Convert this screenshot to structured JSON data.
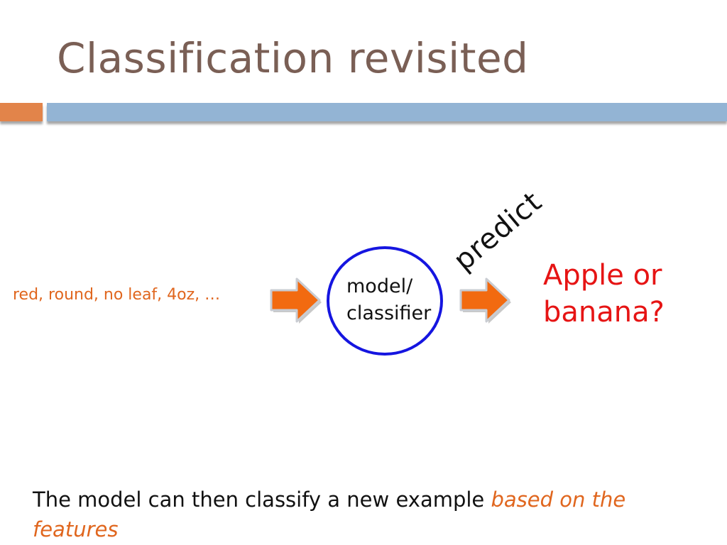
{
  "slide": {
    "title": "Classification revisited"
  },
  "diagram": {
    "input_features": "red, round, no leaf, 4oz, …",
    "classifier": {
      "line1": "model/",
      "line2": "classifier"
    },
    "edge_label": "predict",
    "output": {
      "line1": "Apple or",
      "line2": "banana?"
    }
  },
  "caption": {
    "text": "The model can then classify a new example ",
    "emphasis": "based on the features"
  },
  "colors": {
    "title": "#7a5f55",
    "accent_orange": "#e0661e",
    "arrow_orange": "#f26a10",
    "header_blue": "#93b4d4",
    "ring_blue": "#1515e0",
    "output_red": "#e61414"
  },
  "icons": {
    "arrow": "right-arrow-icon"
  }
}
